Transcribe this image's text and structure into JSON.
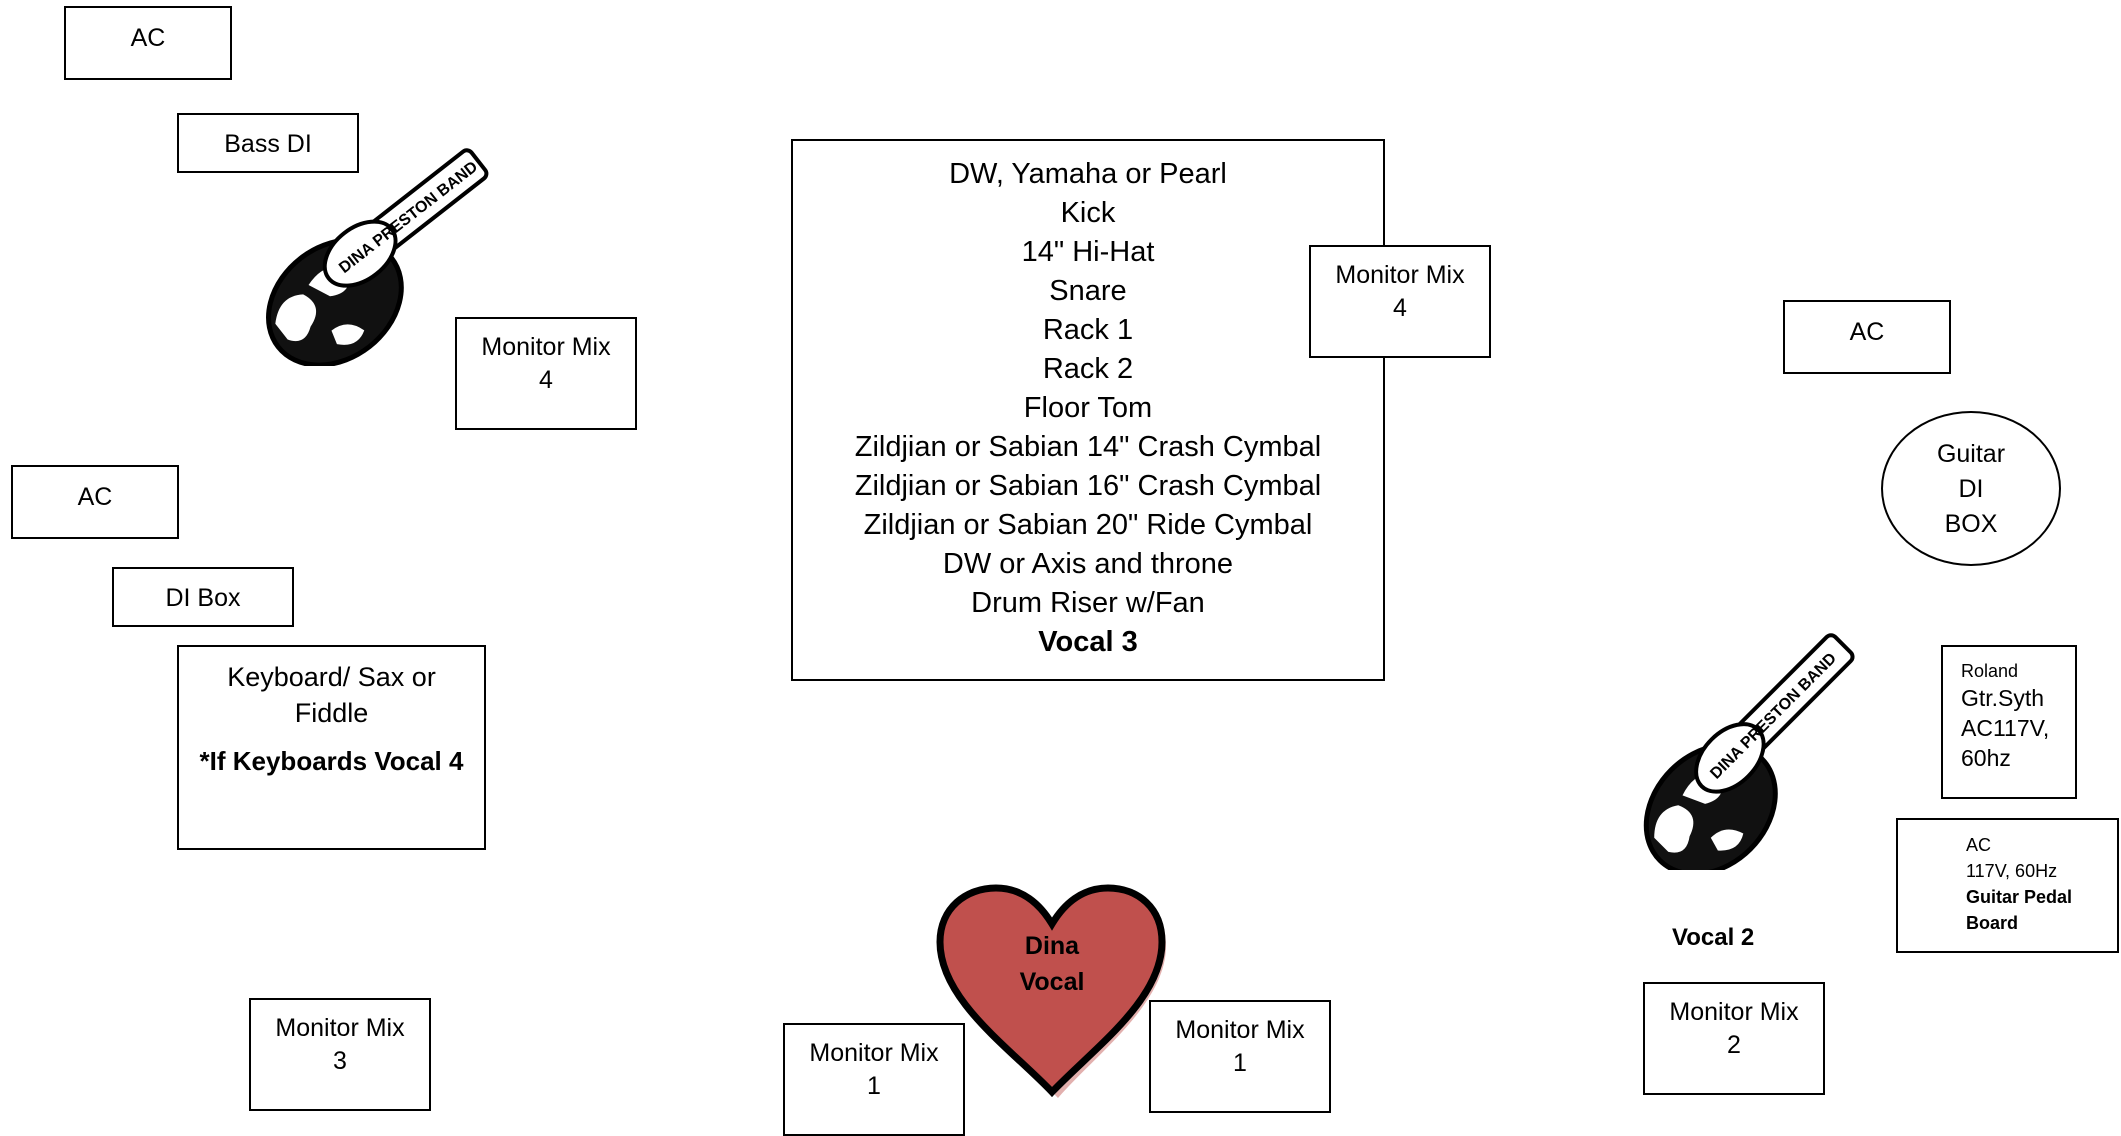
{
  "left": {
    "ac_top": "AC",
    "bass_di": "Bass DI",
    "monitor_mix_4": [
      "Monitor Mix",
      "4"
    ],
    "ac_mid": "AC",
    "di_box": "DI Box",
    "keyboard": [
      "Keyboard/ Sax or",
      "Fiddle"
    ],
    "keyboard_vocal": "*If Keyboards Vocal 4",
    "monitor_mix_3": [
      "Monitor Mix",
      "3"
    ]
  },
  "drums": {
    "lines": [
      "DW, Yamaha or Pearl",
      "Kick",
      "14\" Hi-Hat",
      "Snare",
      "Rack 1",
      "Rack 2",
      "Floor Tom",
      "Zildjian or Sabian 14\" Crash Cymbal",
      "Zildjian or Sabian 16\" Crash Cymbal",
      "Zildjian or Sabian 20\" Ride Cymbal",
      "DW or Axis and throne",
      "Drum Riser w/Fan"
    ],
    "vocal": "Vocal 3",
    "monitor_mix_4": [
      "Monitor Mix",
      "4"
    ]
  },
  "center": {
    "heart": [
      "Dina",
      "Vocal"
    ],
    "monitor_left": [
      "Monitor Mix",
      "1"
    ],
    "monitor_right": [
      "Monitor Mix",
      "1"
    ]
  },
  "right": {
    "ac_top": "AC",
    "guitar_di": [
      "Guitar",
      "DI",
      "BOX"
    ],
    "roland": [
      "Roland",
      "Gtr.Syth",
      "AC117V,",
      "60hz"
    ],
    "pedal": [
      "AC",
      "117V, 60Hz",
      "Guitar Pedal",
      "Board"
    ],
    "vocal_2": "Vocal 2",
    "monitor_mix_2": [
      "Monitor Mix",
      "2"
    ]
  },
  "logo": {
    "text": "DINA PRESTON BAND"
  },
  "colors": {
    "heart_fill": "#c0504d",
    "heart_stroke": "#000000"
  }
}
